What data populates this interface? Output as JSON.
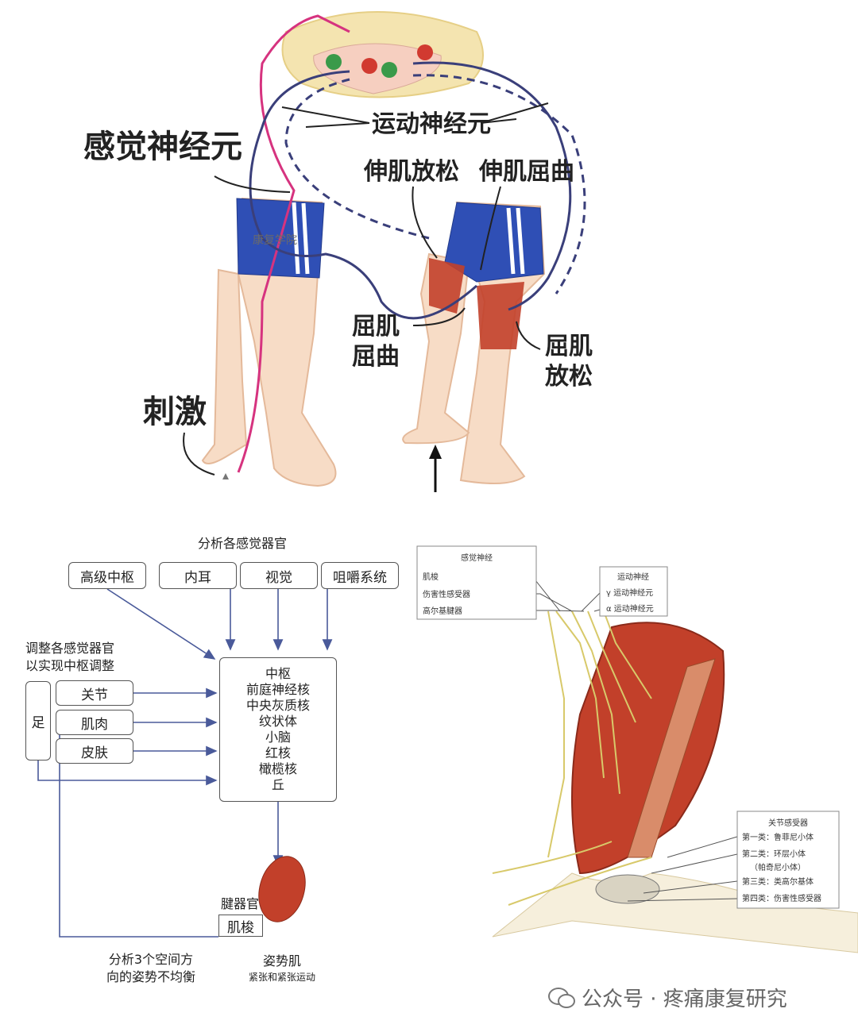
{
  "reflex": {
    "sensory_neuron": "感觉神经元",
    "motor_neuron": "运动神经元",
    "extensor_relax": "伸肌放松",
    "extensor_flex": "伸肌屈曲",
    "flexor_flex_1": "屈肌",
    "flexor_flex_2": "屈曲",
    "flexor_relax_1": "屈肌",
    "flexor_relax_2": "放松",
    "stimulus": "刺激",
    "shorts_watermark": "康复学院"
  },
  "flow": {
    "top_caption": "分析各感觉器官",
    "top_boxes": [
      "高级中枢",
      "内耳",
      "视觉",
      "咀嚼系统"
    ],
    "left_caption_1": "调整各感觉器官",
    "left_caption_2": "以实现中枢调整",
    "foot_label": "足",
    "left_boxes": [
      "关节",
      "肌肉",
      "皮肤"
    ],
    "center_items": [
      "中枢",
      "前庭神经核",
      "中央灰质核",
      "纹状体",
      "小脑",
      "红核",
      "橄榄核",
      "丘"
    ],
    "tendon_label": "腱器官",
    "spindle_label": "肌梭",
    "posture_muscle": "姿势肌",
    "posture_sub": "紧张和紧张运动",
    "bottom_caption_1": "分析3个空间方",
    "bottom_caption_2": "向的姿势不均衡"
  },
  "muscle": {
    "sensory_title": "感觉神经",
    "sensory_items": [
      "肌梭",
      "伤害性感受器",
      "高尔基腱器"
    ],
    "motor_title": "运动神经",
    "motor_items": [
      "γ 运动神经元",
      "α 运动神经元"
    ],
    "joint_title": "关节感受器",
    "joint_items": [
      "第一类：鲁菲尼小体",
      "第二类：环层小体",
      "（帕奇尼小体）",
      "第三类：类高尔基体",
      "第四类：伤害性感受器"
    ]
  },
  "watermark": "公众号 · 疼痛康复研究",
  "colors": {
    "sensory": "#d6337f",
    "motor": "#3a3f7a",
    "muscle": "#c2402a",
    "shorts": "#2f4fb5",
    "skin": "#f7dcc6"
  }
}
